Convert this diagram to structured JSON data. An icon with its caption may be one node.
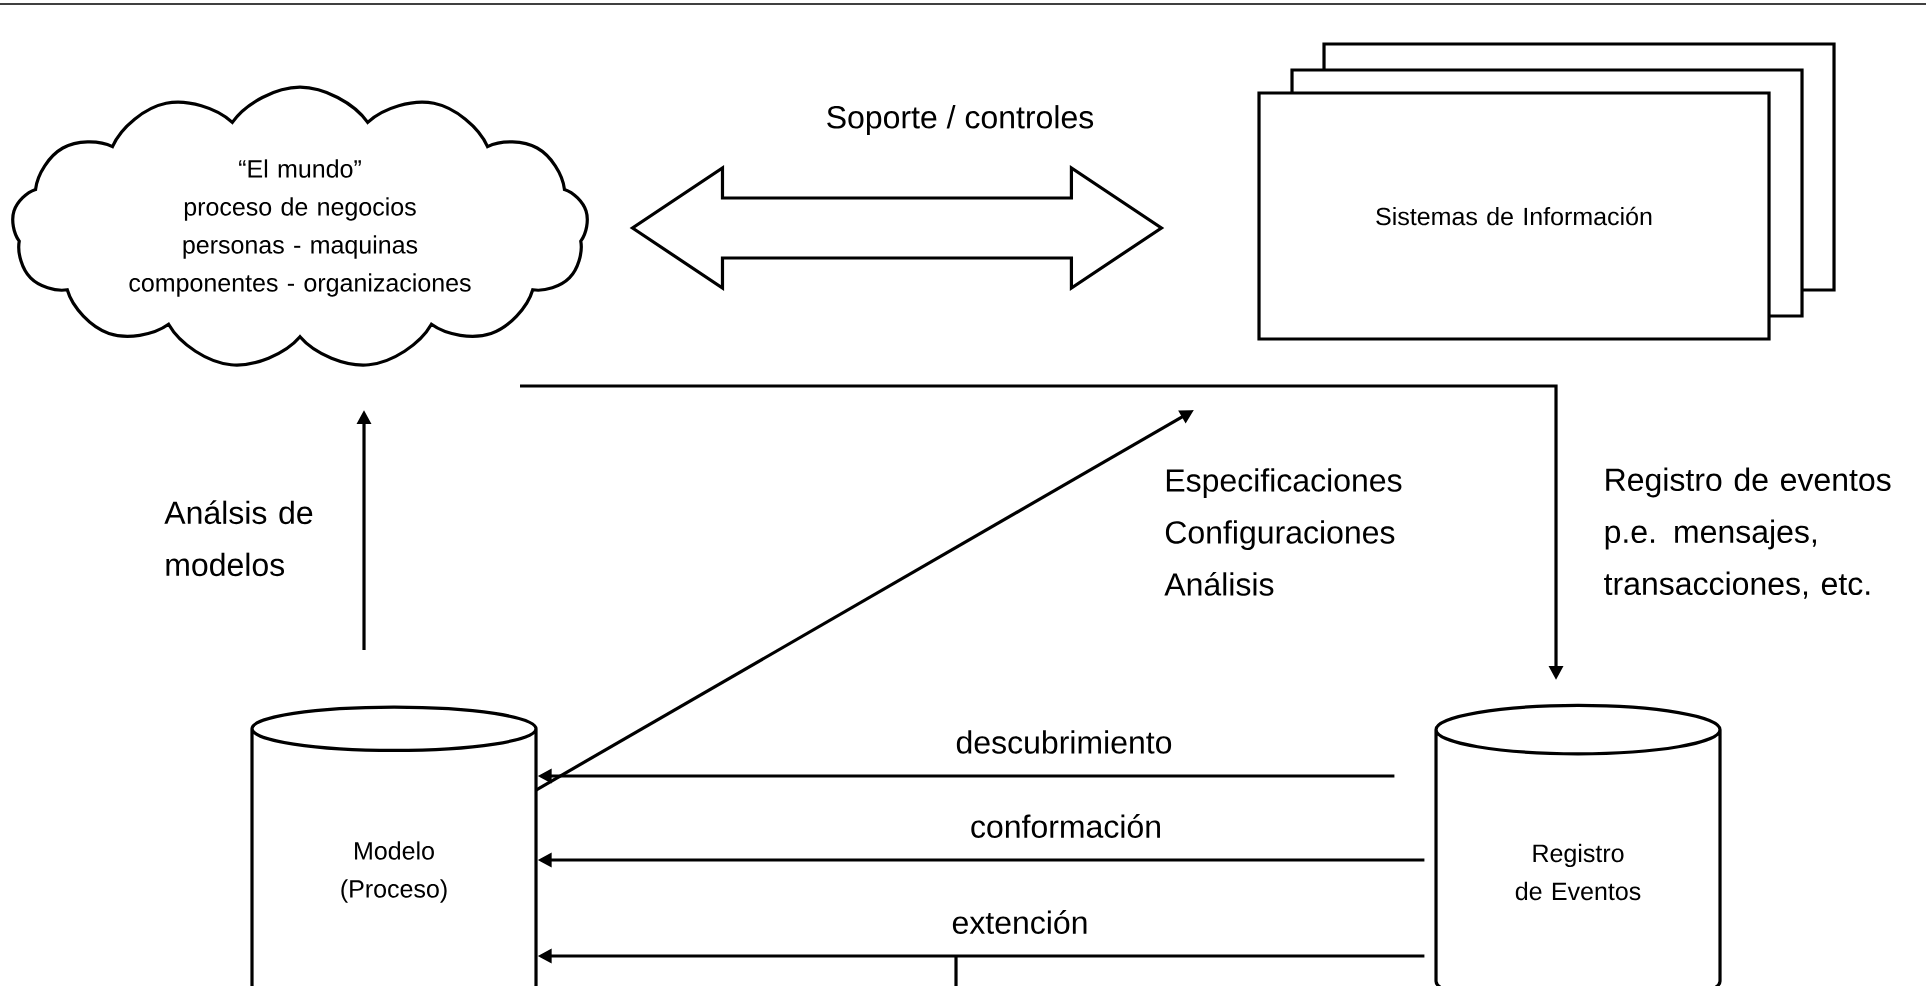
{
  "diagram": {
    "nodes": [
      {
        "text": [
          "“El mundo”",
          "proceso de negocios",
          "personas - maquinas",
          "componentes - organizaciones"
        ]
      },
      {
        "text": [
          "Sistemas de Información"
        ]
      },
      {
        "text": [
          "Modelo (Proceso)"
        ]
      },
      {
        "text": [
          "Registro de Eventos"
        ]
      }
    ],
    "edges": [
      {
        "from": 0,
        "to": 1,
        "arrow": "both",
        "label": "Soporte / controles"
      },
      {
        "from": 2,
        "to": 0,
        "arrow": "to",
        "label": "Análsis de modelos"
      },
      {
        "from": 0,
        "to": 3,
        "arrow": "to",
        "label": "Registro de eventos p.e. mensajes, transacciones, etc."
      },
      {
        "from": 2,
        "to": null,
        "arrow": "to",
        "label": "Especificaciones Configuraciones Análisis"
      },
      {
        "from": 3,
        "to": 2,
        "arrow": "to",
        "label": "descubrimiento"
      },
      {
        "from": 3,
        "to": 2,
        "arrow": "to",
        "label": "conformación"
      },
      {
        "from": 3,
        "to": 2,
        "arrow": "to",
        "label": "extención"
      }
    ]
  }
}
